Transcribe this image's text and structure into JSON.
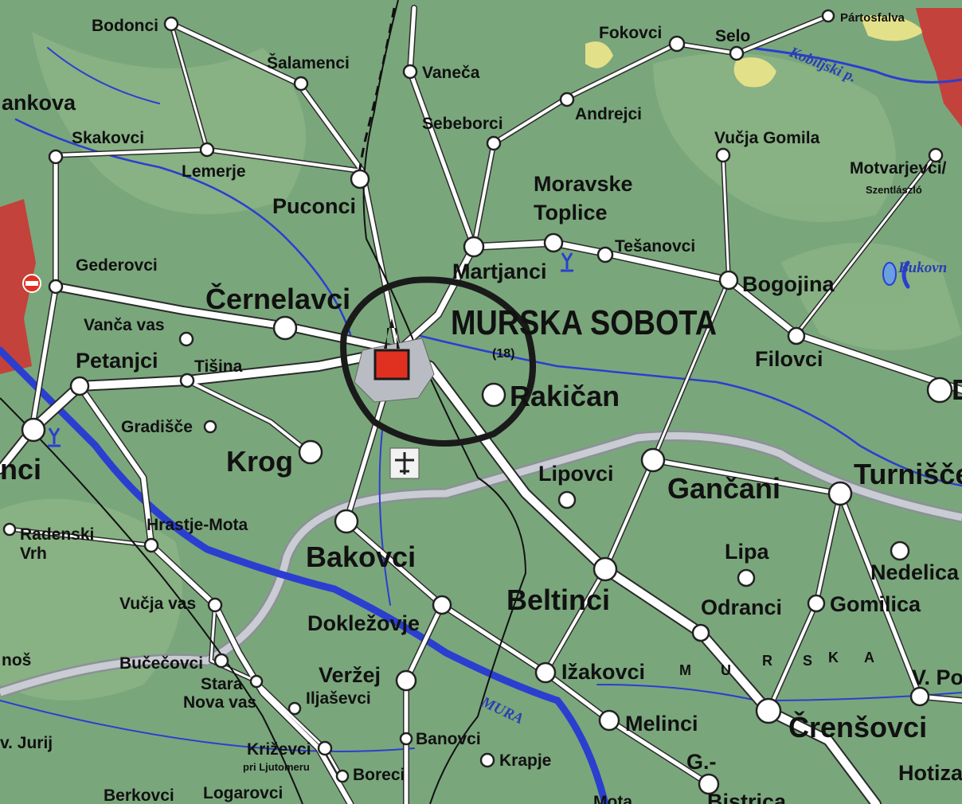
{
  "map": {
    "main_city": "MURSKA SOBOTA",
    "main_city_code": "(18)",
    "places": {
      "bodonci": "Bodonci",
      "salamenci": "Šalamenci",
      "vaneca": "Vaneča",
      "fokovci": "Fokovci",
      "selo": "Selo",
      "partosfalva": "Pártosfalva",
      "rankova": "ankova",
      "skakovci": "Skakovci",
      "lemerje": "Lemerje",
      "sebeborci": "Sebeborci",
      "andrejci": "Andrejci",
      "vucja_gomila": "Vučja Gomila",
      "motvarjevci": "Motvarjevci/",
      "szentlaszlo": "Szentlászló",
      "puconci": "Puconci",
      "moravske": "Moravske",
      "toplice": "Toplice",
      "tesanovci": "Tešanovci",
      "bukovnica": "Bukovn",
      "gederovci": "Gederovci",
      "martjanci": "Martjanci",
      "bogojina": "Bogojina",
      "cernelavci": "Černelavci",
      "vanca_vas": "Vanča vas",
      "petanjci": "Petanjci",
      "tisina": "Tišina",
      "filovci": "Filovci",
      "rakican": "Rakičan",
      "dobrovnik": "D",
      "gradisce": "Gradišče",
      "nci": "nci",
      "krog": "Krog",
      "lipovci": "Lipovci",
      "gancani": "Gančani",
      "turnisce": "Turnišče",
      "radenski": "Radenski",
      "vrh": "Vrh",
      "hrastje": "Hrastje-Mota",
      "bakovci": "Bakovci",
      "lipa": "Lipa",
      "nedelica": "Nedelica",
      "vucja_vas": "Vučja vas",
      "doklezovje": "Dokležovje",
      "beltinci": "Beltinci",
      "odranci": "Odranci",
      "gomilica": "Gomilica",
      "nos": "noš",
      "bucecovci": "Bučečovci",
      "stara": "Stara",
      "nova_vas": "Nova vas",
      "verzej": "Veržej",
      "iljasevci": "Iljaševci",
      "izakovci": "Ižakovci",
      "vpolana": "V. Po",
      "jurij": "v. Jurij",
      "krizevci": "Križevci",
      "pri_ljutomeru": "pri Ljutomeru",
      "banovci": "Banovci",
      "melinci": "Melinci",
      "crensovci": "Črenšovci",
      "boreci": "Boreci",
      "krapje": "Krapje",
      "g": "G.-",
      "hotiza": "Hotiza",
      "berkovci": "Berkovci",
      "logarovci": "Logarovci",
      "mota": "Mota",
      "bistrica": "Bistrica"
    },
    "regions": {
      "murska_letters": [
        "M",
        "U",
        "R",
        "S",
        "K",
        "A"
      ]
    },
    "rivers": {
      "kobiljski": "Kobiljski p.",
      "mura": "MURA"
    },
    "colors": {
      "land": "#7aa67c",
      "land_light": "#9cc08e",
      "road": "#ffffff",
      "road_casing": "#2b2b2b",
      "river": "#2a3fd0",
      "highway": "#b8bcc4",
      "border_red": "#d03030",
      "city_marker": "#e03020"
    }
  }
}
